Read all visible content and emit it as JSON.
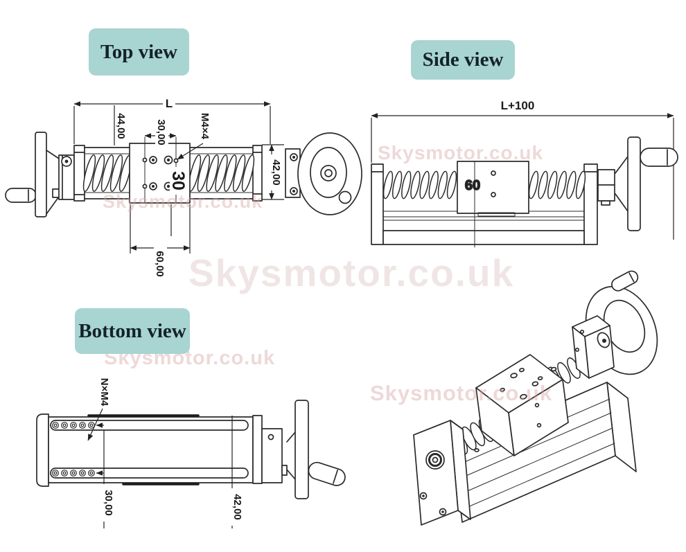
{
  "style": {
    "label_bg": "#a8d4d1",
    "label_text": "#14222a",
    "line_color": "#2a2a2a",
    "watermark_pink": "#d6a3a3"
  },
  "watermark": {
    "text": "Skysmotor.co.uk"
  },
  "top_view": {
    "label": "Top view",
    "dim_length": "L",
    "dim_end_offset": "44,00",
    "dim_hole_pitch_x": "30,00",
    "dim_thread": "M4×4",
    "dim_hole_pitch_y": "30",
    "dim_width": "42,00",
    "dim_carriage": "60,00"
  },
  "side_view": {
    "label": "Side view",
    "dim_total_length": "L+100",
    "dim_carriage": "60"
  },
  "bottom_view": {
    "label": "Bottom view",
    "dim_thread": "N×M4",
    "dim_slot_offset": "30,00",
    "dim_width": "42,00"
  }
}
